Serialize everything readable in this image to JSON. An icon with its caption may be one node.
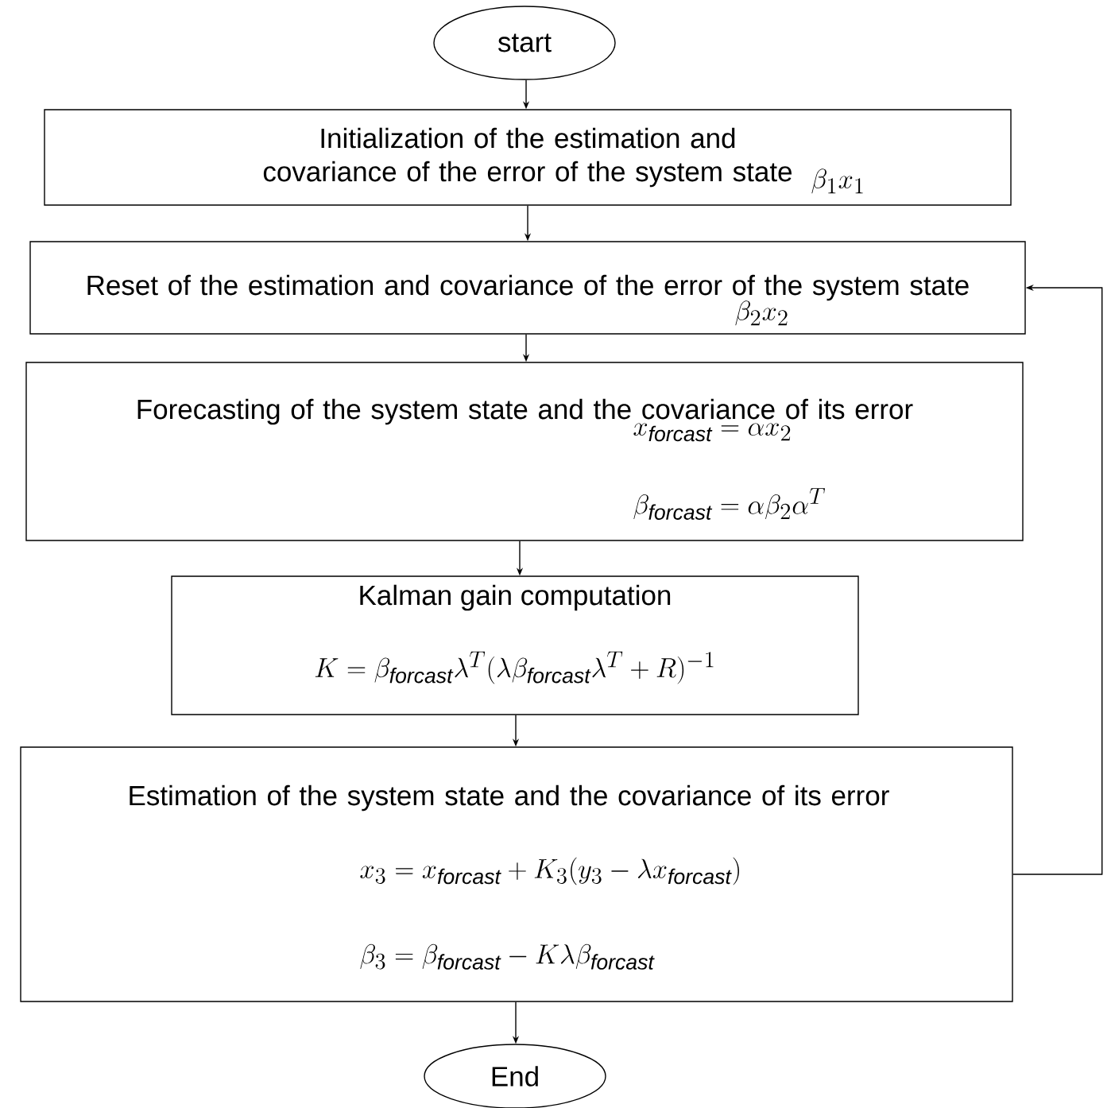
{
  "diagram": {
    "nodes": [
      {
        "text": [
          "start"
        ]
      },
      {
        "text": [
          "Initialization of the estimation and covariance of the error of the system state",
          "\\beta_1 x_1"
        ]
      },
      {
        "text": [
          "Reset of the estimation and covariance of the error of the system state",
          "\\beta_2 x_2"
        ]
      },
      {
        "text": [
          "Forecasting of the system state and the covariance of its error",
          "x_{\\mathit{forcast}} = \\alpha x_2",
          "\\beta_{\\mathit{forcast}} = \\alpha \\beta_2 \\alpha^T"
        ]
      },
      {
        "text": [
          "Kalman gain computation",
          "K = \\beta_{\\mathit{forcast}} \\lambda^T (\\lambda \\beta_{\\mathit{forcast}} \\lambda^T + R)^{-1}"
        ]
      },
      {
        "text": [
          "Estimation of the system state and the covariance of its error",
          "x_3 = x_{\\mathit{forcast}} + K_3 (y_3 - \\lambda x_{\\mathit{forcast}})",
          "\\beta_3 = \\beta_{\\mathit{forcast}} - K \\lambda \\beta_{\\mathit{forcast}}"
        ]
      },
      {
        "text": [
          "End"
        ]
      }
    ],
    "edges": [
      {
        "from": 0,
        "to": 1,
        "arrow": "to"
      },
      {
        "from": 1,
        "to": 2,
        "arrow": "to"
      },
      {
        "from": 2,
        "to": 3,
        "arrow": "to"
      },
      {
        "from": 3,
        "to": 4,
        "arrow": "to"
      },
      {
        "from": 4,
        "to": 5,
        "arrow": "to"
      },
      {
        "from": 5,
        "to": 6,
        "arrow": "to"
      },
      {
        "from": 5,
        "to": 2,
        "arrow": "to"
      }
    ]
  }
}
